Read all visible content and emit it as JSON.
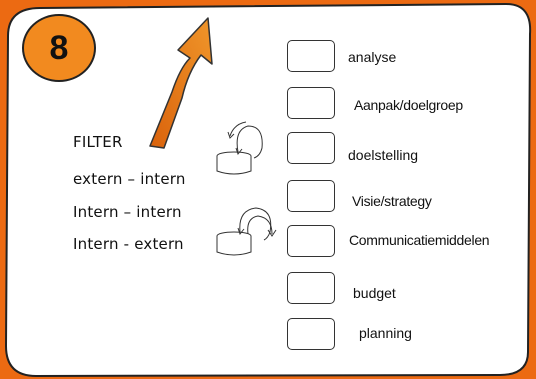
{
  "slide": {
    "number": "8",
    "filter": {
      "title": "FILTER",
      "items": [
        "extern – intern",
        "Intern – intern",
        "Intern - extern"
      ]
    },
    "steps": [
      "analyse",
      "Aanpak/doelgroep",
      "doelstelling",
      "Visie/strategy",
      "Communicatiemiddelen",
      "budget",
      "planning"
    ]
  },
  "colors": {
    "background": "#ec6a12",
    "badge": "#f28a1f",
    "arrow": "#e8781e",
    "card": "#ffffff"
  },
  "icons": [
    "up-right-arrow-icon",
    "database-icon",
    "circular-arrow-icon"
  ]
}
